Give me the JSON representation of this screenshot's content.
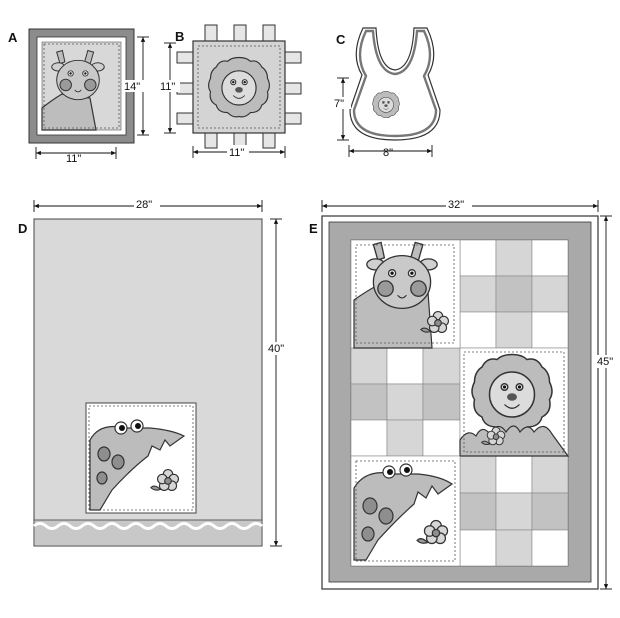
{
  "items": {
    "A": {
      "letter": "A",
      "width": "11\"",
      "height": "14\""
    },
    "B": {
      "letter": "B",
      "width": "11\"",
      "height": "11\""
    },
    "C": {
      "letter": "C",
      "width": "8\"",
      "height": "7\""
    },
    "D": {
      "letter": "D",
      "width": "28\"",
      "height": "40\""
    },
    "E": {
      "letter": "E",
      "width": "32\"",
      "height": "45\""
    }
  },
  "colors": {
    "light_gray": "#d9d9d9",
    "mid_gray": "#c4c4c4",
    "dark_gray": "#a6a6a6",
    "frame": "#7f7f7f",
    "white": "#ffffff"
  }
}
